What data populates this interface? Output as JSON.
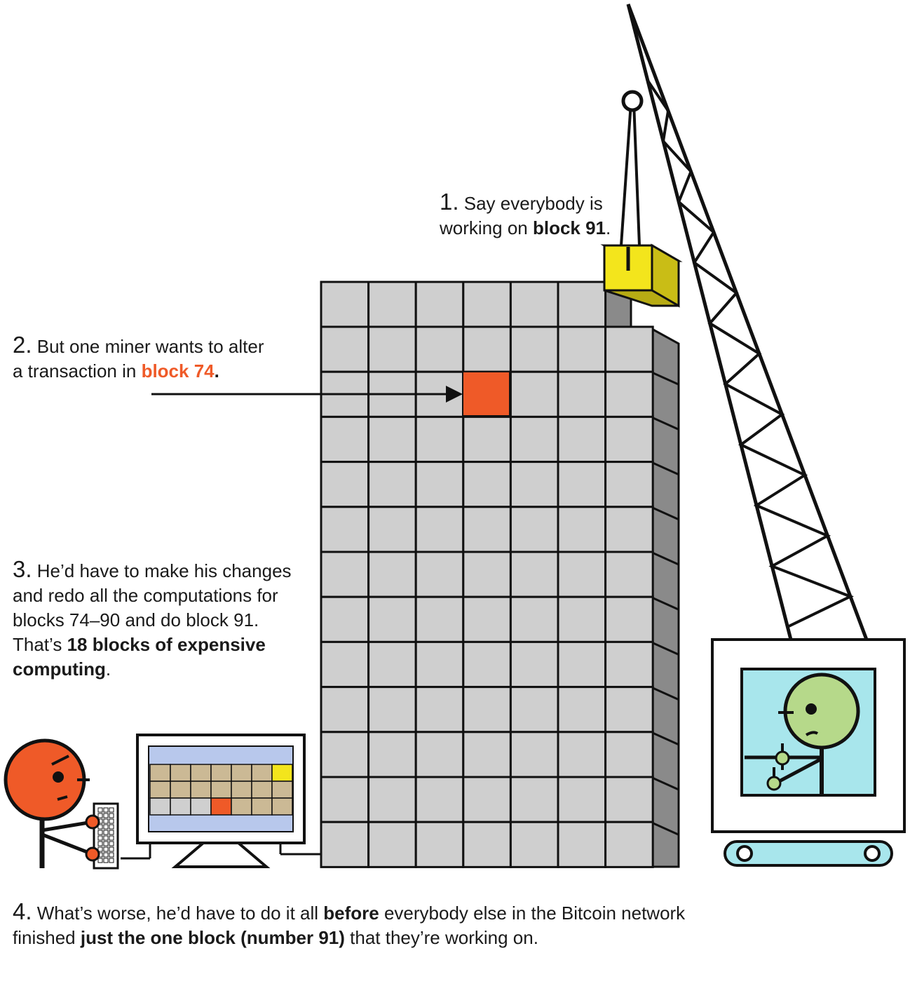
{
  "colors": {
    "block_gray": "#cfcfcf",
    "side_gray": "#8a8a8a",
    "target_block": "#ef5a28",
    "new_block": "#f3e51c",
    "screen_cyan": "#a8e6ec",
    "crane_man_face": "#b6d98a",
    "monitor_tan": "#cbb995",
    "monitor_blue": "#b8c8ec",
    "outline": "#111111"
  },
  "icons": [
    "crane-icon",
    "miner-figure-icon",
    "computer-monitor-icon",
    "keyboard-icon",
    "operator-figure-icon"
  ],
  "steps": [
    {
      "num": "1.",
      "p1": " Say everybody is working on ",
      "bold": "block 91",
      "p2": "."
    },
    {
      "num": "2.",
      "p1": " But one miner wants to alter a transaction in ",
      "bold": "block 74",
      "p2": "."
    },
    {
      "num": "3.",
      "p1": " He’d have to make his changes and redo all the computations for blocks 74–90 and do block 91. That’s ",
      "bold": "18 blocks of expensive computing",
      "p2": "."
    },
    {
      "num": "4.",
      "p1": " What’s worse, he’d have to do it all ",
      "bold1": "before",
      "p2": " everybody else in the Bitcoin network finished ",
      "bold2": "just the one block (number 91)",
      "p3": " that they’re working on."
    }
  ]
}
